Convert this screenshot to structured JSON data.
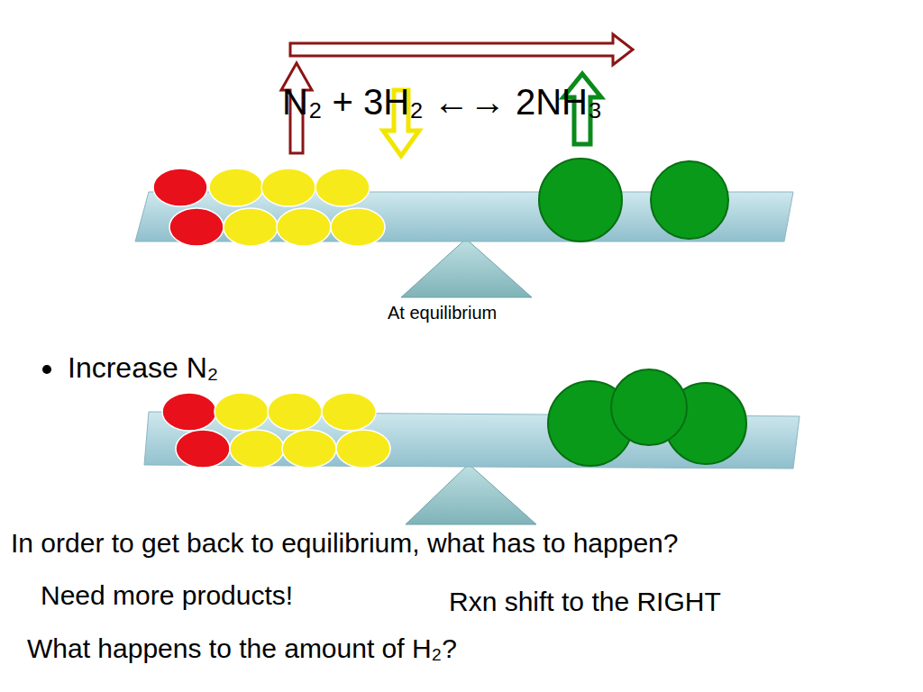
{
  "diagram": {
    "labels": [
      "N₂ + 3H₂ ←→ 2NH₃",
      "At equilibrium",
      "Increase N₂",
      "In order to get back to equilibrium, what has to happen?",
      "Need more products!",
      "Rxn shift to the RIGHT",
      "What happens to the amount of H₂?"
    ]
  }
}
